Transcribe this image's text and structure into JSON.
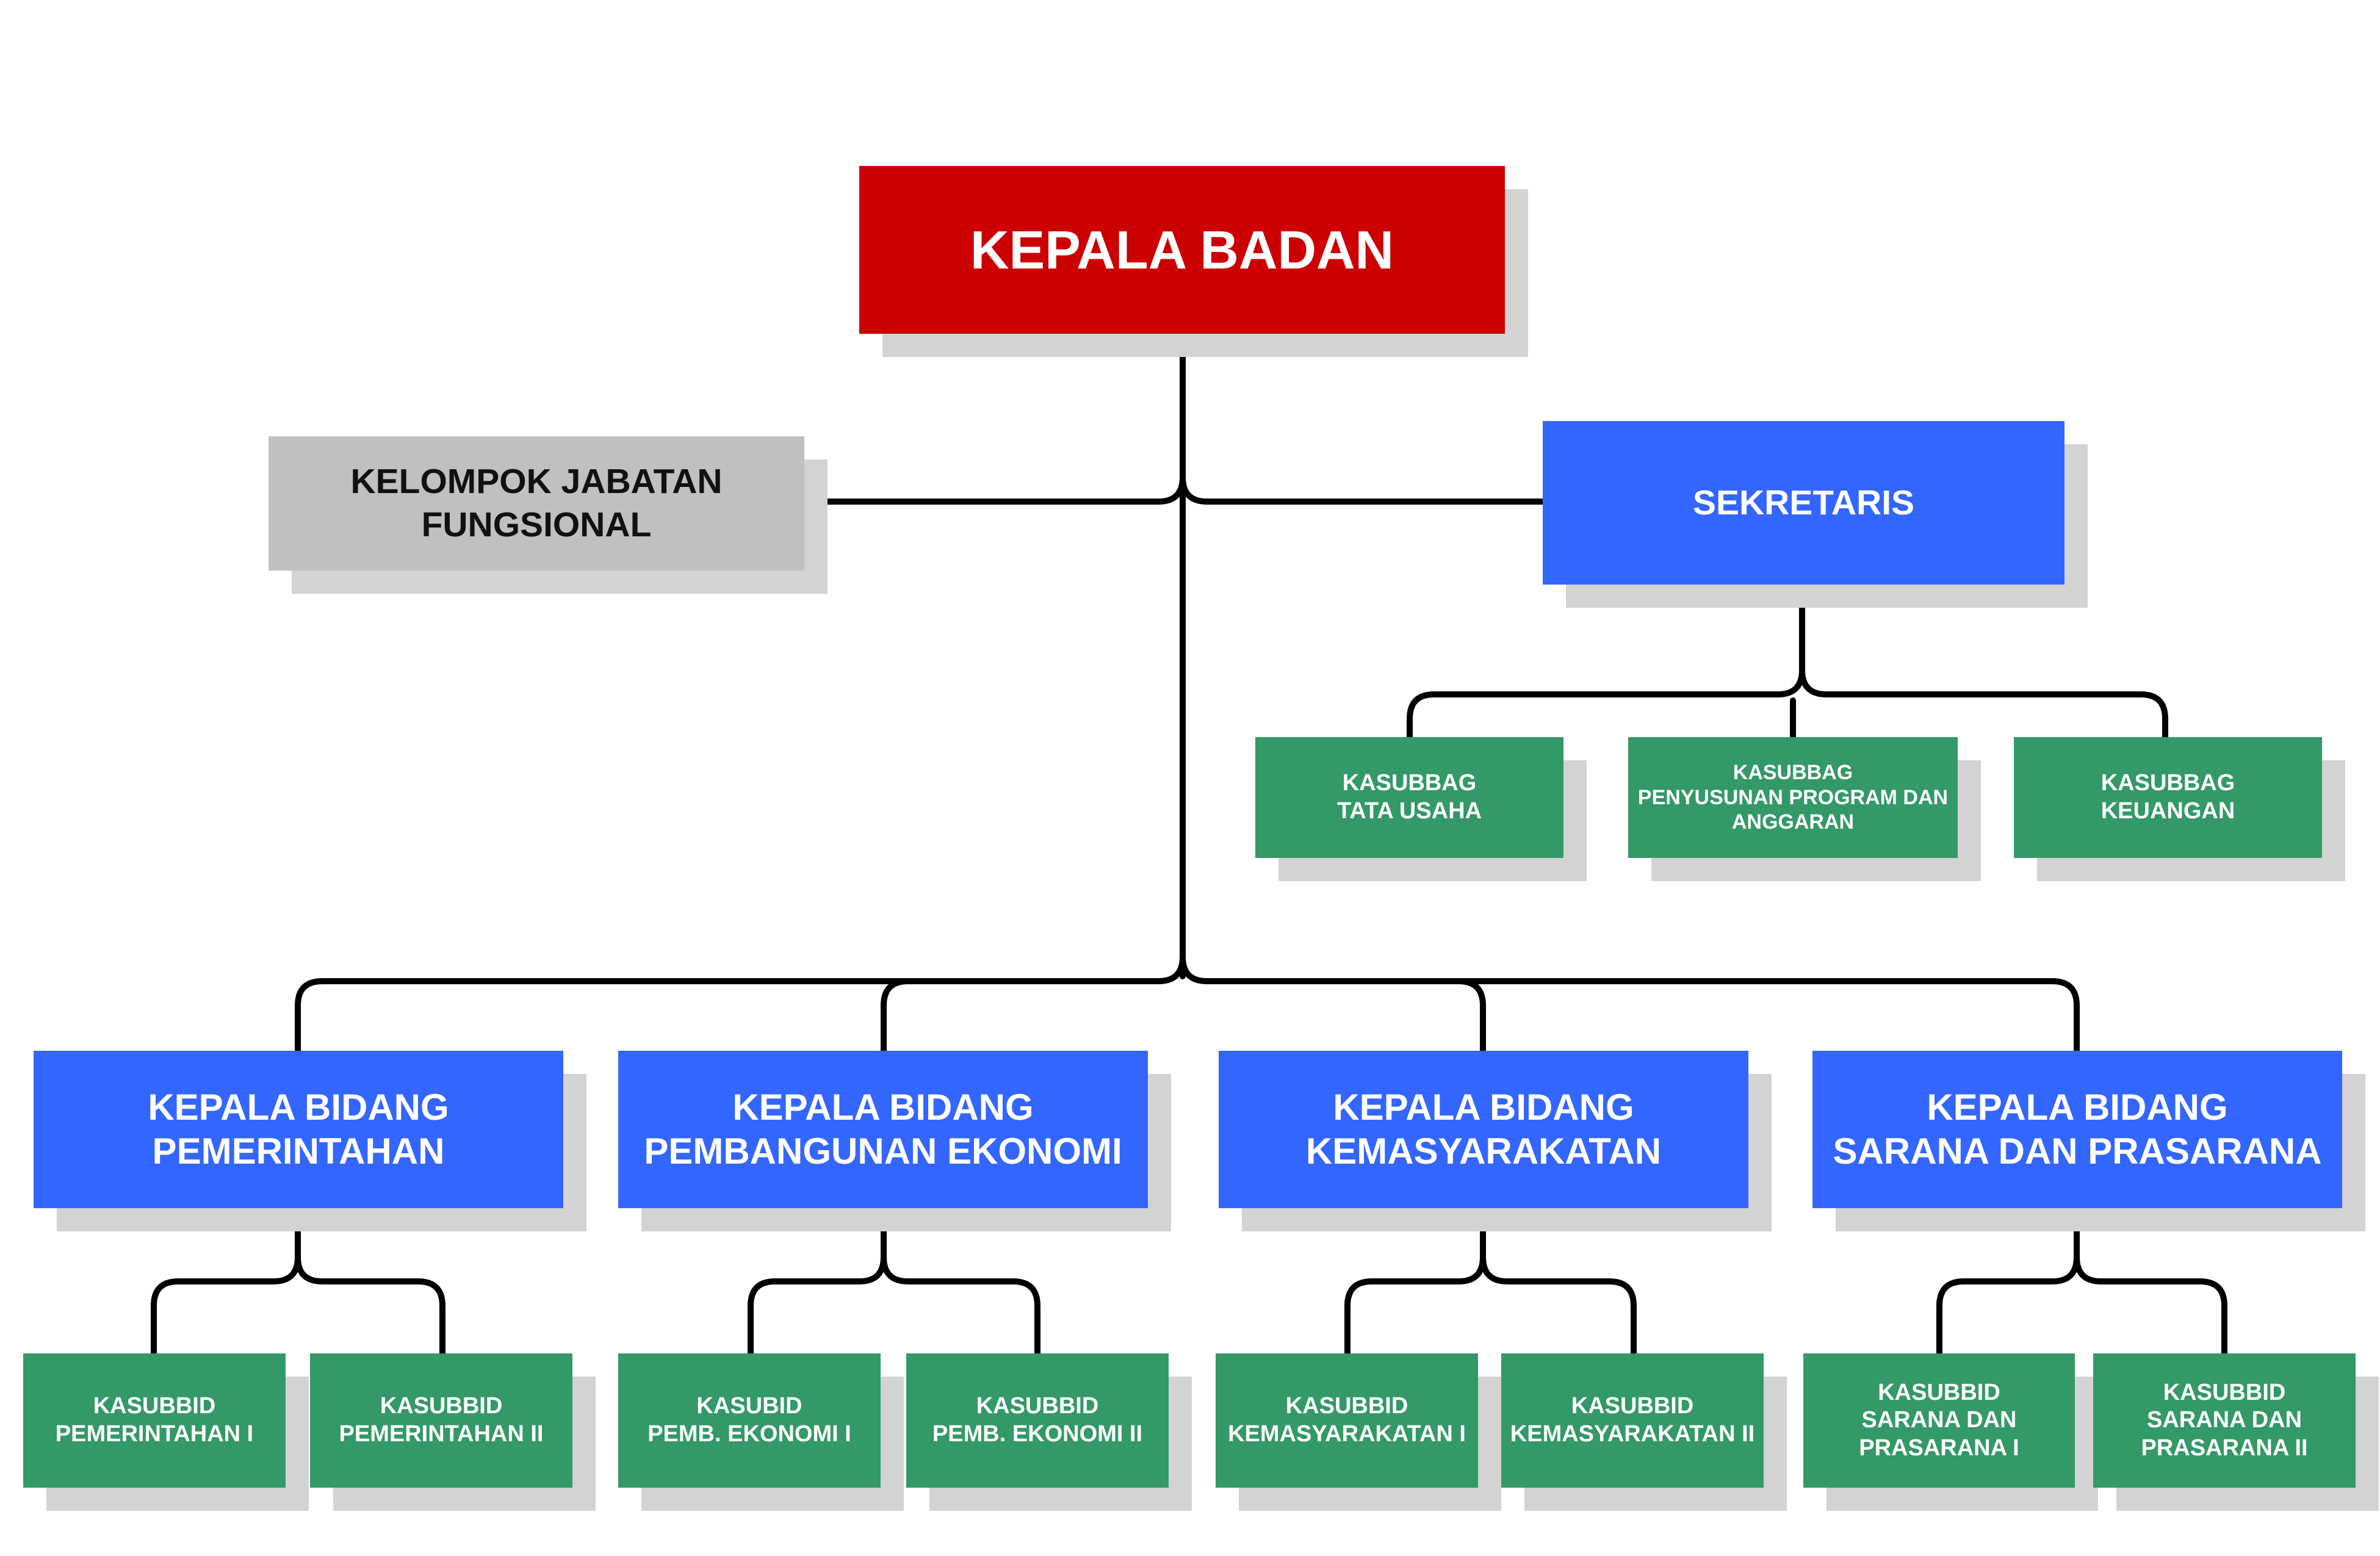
{
  "colors": {
    "head": "#cc0000",
    "blue": "#3366ff",
    "gray": "#c0c0c0",
    "green": "#339966",
    "line": "#000000",
    "shadow": "#d3d3d3"
  },
  "kepala_badan": "KEPALA BADAN",
  "kelompok_jabatan_fungsional": "KELOMPOK JABATAN\nFUNGSIONAL",
  "sekretaris": "SEKRETARIS",
  "sekretariat_subbag": [
    "KASUBBAG\nTATA USAHA",
    "KASUBBAG\nPENYUSUNAN PROGRAM  DAN\nANGGARAN",
    "KASUBBAG\nKEUANGAN"
  ],
  "bidang": [
    {
      "label": "KEPALA BIDANG\nPEMERINTAHAN",
      "subbid": [
        "KASUBBID\nPEMERINTAHAN I",
        "KASUBBID\nPEMERINTAHAN II"
      ]
    },
    {
      "label": "KEPALA BIDANG\nPEMBANGUNAN EKONOMI",
      "subbid": [
        "KASUBID\nPEMB. EKONOMI I",
        "KASUBBID\nPEMB. EKONOMI II"
      ]
    },
    {
      "label": "KEPALA BIDANG\nKEMASYARAKATAN",
      "subbid": [
        "KASUBBID\nKEMASYARAKATAN I",
        "KASUBBID\nKEMASYARAKATAN II"
      ]
    },
    {
      "label": "KEPALA BIDANG\nSARANA DAN PRASARANA",
      "subbid": [
        "KASUBBID\nSARANA DAN\nPRASARANA I",
        "KASUBBID\nSARANA DAN\nPRASARANA II"
      ]
    }
  ]
}
